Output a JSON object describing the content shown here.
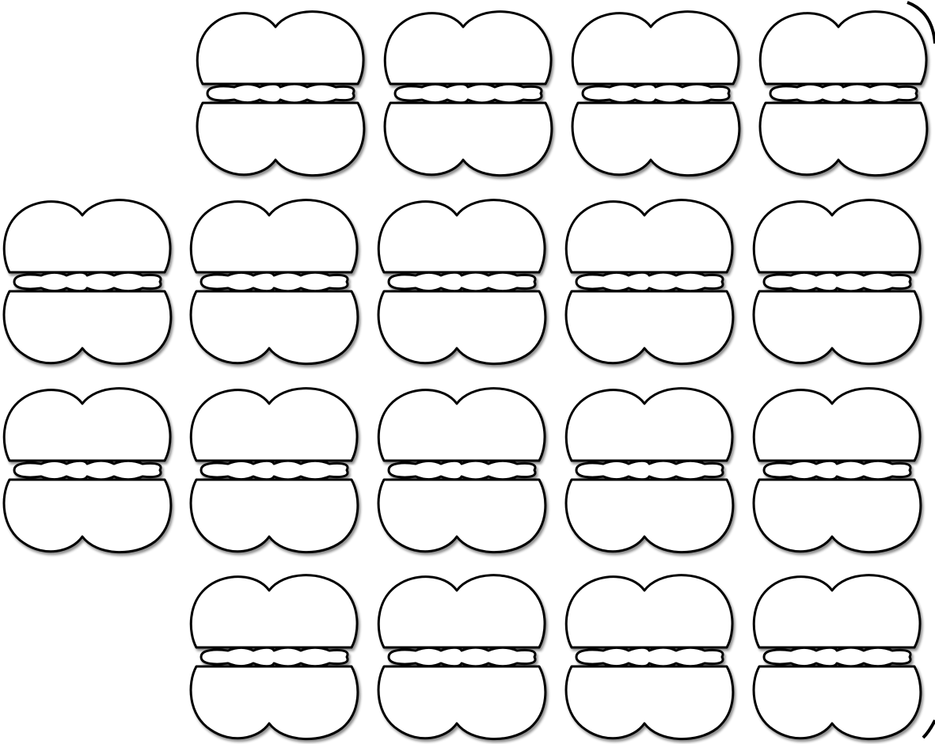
{
  "picture": {
    "rows": [
      {
        "count": 4
      },
      {
        "count": 5
      },
      {
        "count": 5
      },
      {
        "count": 4
      }
    ],
    "stroke_color": "#000000",
    "fill_color": "#ffffff",
    "background_color": "#ffffff"
  }
}
